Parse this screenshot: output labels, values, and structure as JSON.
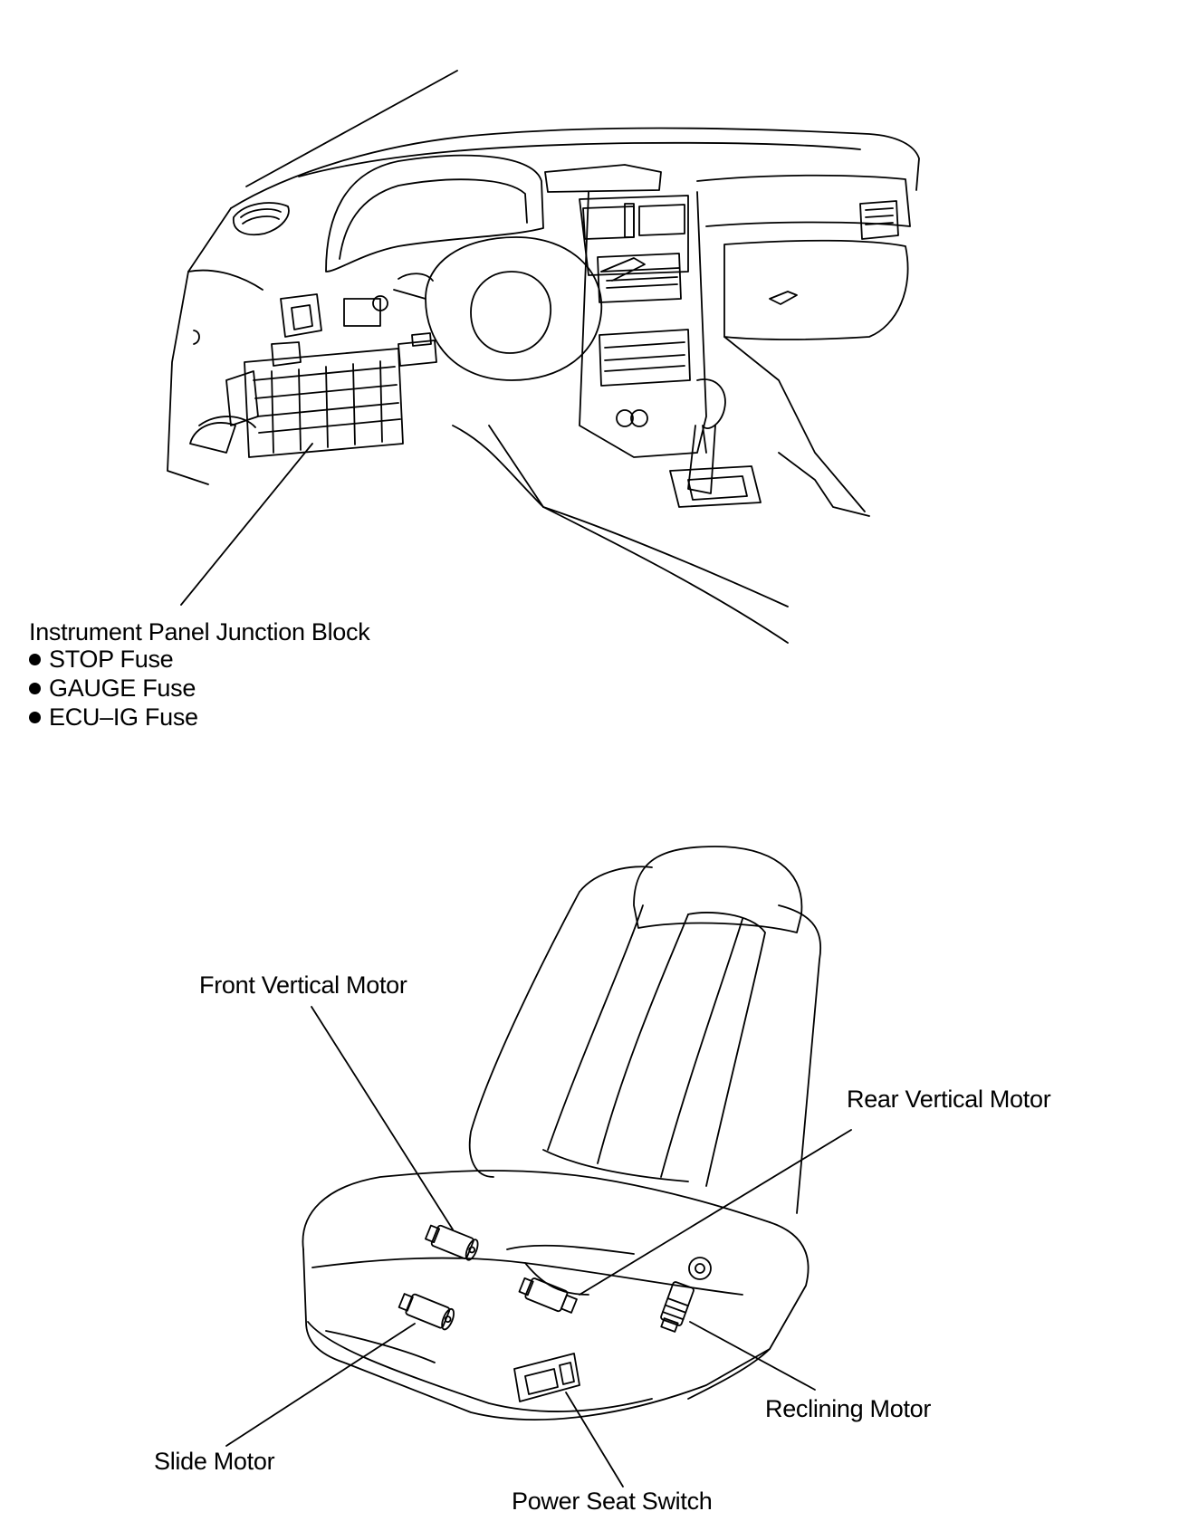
{
  "dashboard": {
    "callout": {
      "title": "Instrument Panel Junction Block",
      "items": [
        {
          "label": "STOP Fuse"
        },
        {
          "label": "GAUGE Fuse"
        },
        {
          "label": "ECU–IG Fuse"
        }
      ]
    }
  },
  "seat": {
    "labels": {
      "front_vertical_motor": "Front Vertical Motor",
      "rear_vertical_motor": "Rear Vertical Motor",
      "reclining_motor": "Reclining Motor",
      "slide_motor": "Slide Motor",
      "power_seat_switch": "Power Seat Switch"
    }
  },
  "colors": {
    "line": "#000000",
    "background": "#ffffff"
  }
}
